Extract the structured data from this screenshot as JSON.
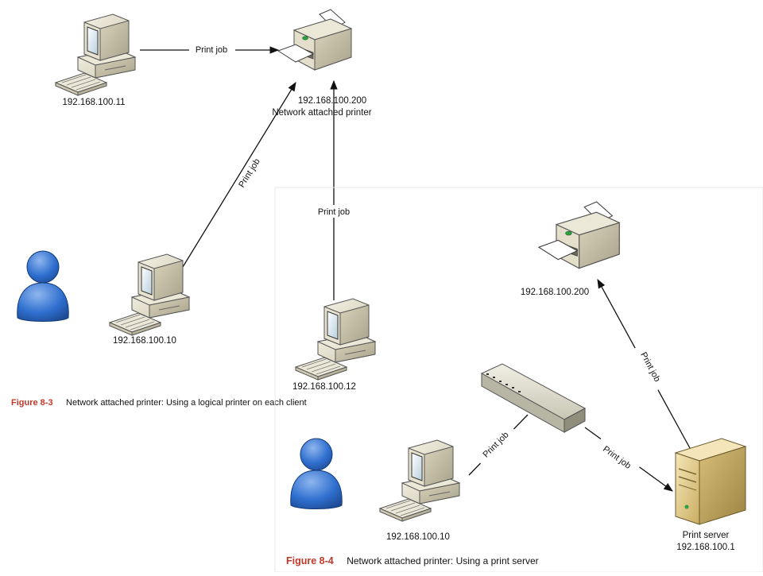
{
  "figure_3": {
    "caption_number": "Figure 8-3",
    "caption_text": "Network attached printer: Using a logical printer on each client",
    "printer": {
      "ip": "192.168.100.200",
      "label": "Network attached printer"
    },
    "clients": [
      {
        "ip": "192.168.100.11"
      },
      {
        "ip": "192.168.100.10"
      },
      {
        "ip": "192.168.100.12"
      }
    ],
    "edges": [
      {
        "label": "Print job"
      },
      {
        "label": "Print job"
      },
      {
        "label": "Print job"
      }
    ]
  },
  "figure_4": {
    "caption_number": "Figure 8-4",
    "caption_text": "Network attached printer: Using a print server",
    "printer": {
      "ip": "192.168.100.200"
    },
    "client": {
      "ip": "192.168.100.10"
    },
    "server": {
      "label": "Print server",
      "ip": "192.168.100.1"
    },
    "edges": [
      {
        "label": "Print job"
      },
      {
        "label": "Print job"
      },
      {
        "label": "Print job"
      }
    ]
  }
}
